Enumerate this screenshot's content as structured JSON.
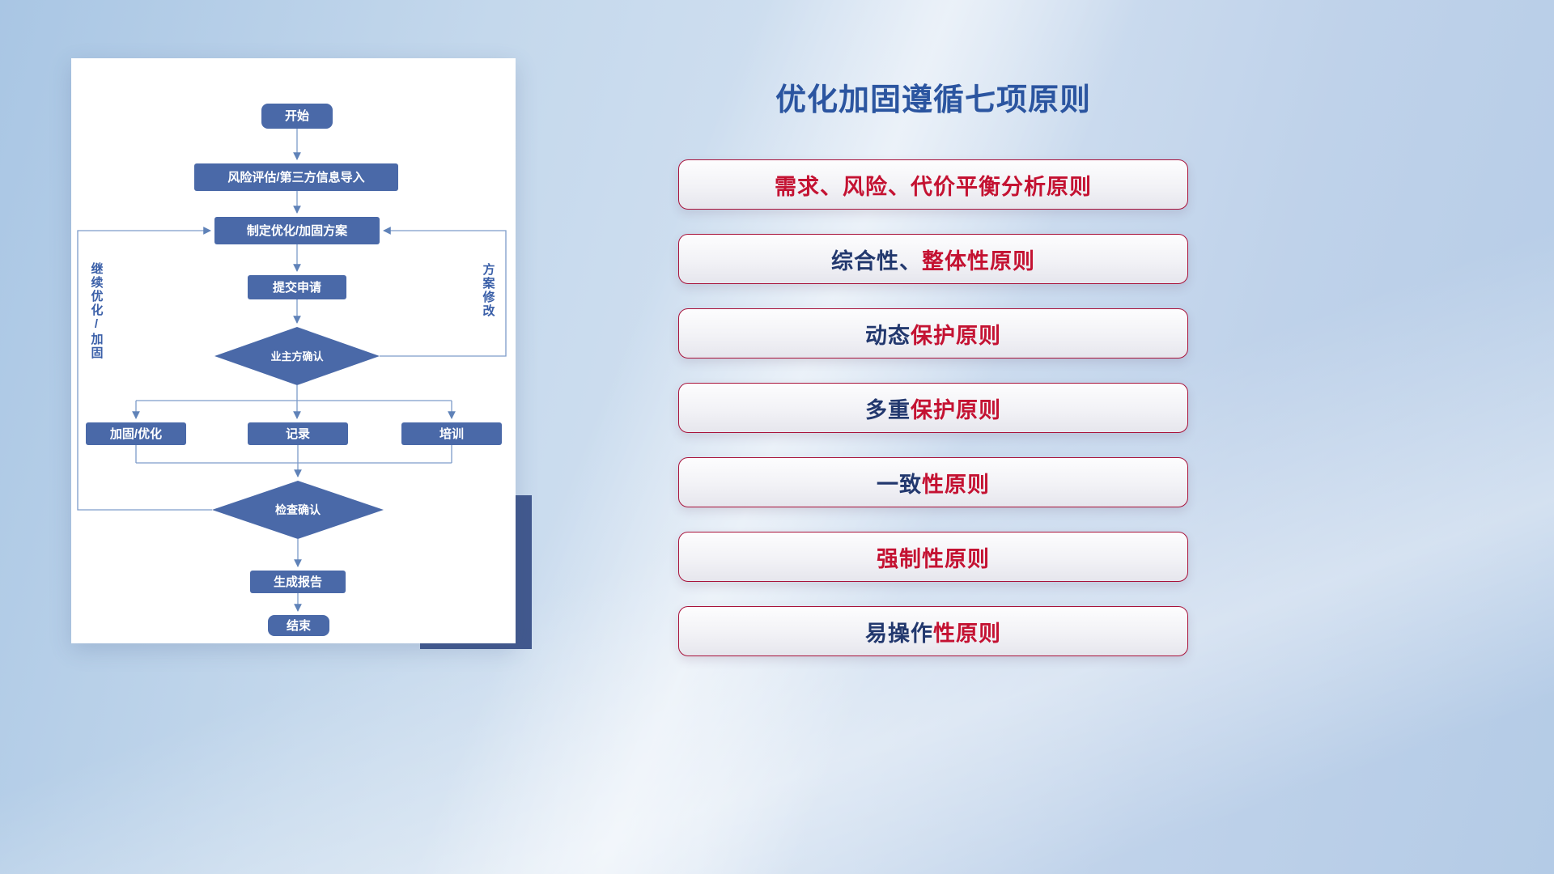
{
  "colors": {
    "red": "#c41232",
    "navy": "#22386e",
    "node_blue": "#4a69a8",
    "line_blue": "#7d9cc9",
    "title_blue": "#2b55a0"
  },
  "flowchart": {
    "nodes": {
      "start": "开始",
      "risk_import": "风险评估/第三方信息导入",
      "make_plan": "制定优化/加固方案",
      "submit": "提交申请",
      "owner_confirm": "业主方确认",
      "reinforce": "加固/优化",
      "record": "记录",
      "training": "培训",
      "check_confirm": "检查确认",
      "report": "生成报告",
      "end": "结束"
    },
    "side_labels": {
      "continue_optimize": "继续优化/加固",
      "plan_modify": "方案修改"
    }
  },
  "panel": {
    "title": "优化加固遵循七项原则",
    "principles": [
      {
        "segments": [
          {
            "text": "需求、风险、代价平衡分析原则",
            "color": "red"
          }
        ]
      },
      {
        "segments": [
          {
            "text": "综合性、",
            "color": "navy"
          },
          {
            "text": "整体性原则",
            "color": "red"
          }
        ]
      },
      {
        "segments": [
          {
            "text": "动态",
            "color": "navy"
          },
          {
            "text": "保护原则",
            "color": "red"
          }
        ]
      },
      {
        "segments": [
          {
            "text": "多重",
            "color": "navy"
          },
          {
            "text": "保护原则",
            "color": "red"
          }
        ]
      },
      {
        "segments": [
          {
            "text": "一致",
            "color": "navy"
          },
          {
            "text": "性原则",
            "color": "red"
          }
        ]
      },
      {
        "segments": [
          {
            "text": "强制性原则",
            "color": "red"
          }
        ]
      },
      {
        "segments": [
          {
            "text": "易操作",
            "color": "navy"
          },
          {
            "text": "性原则",
            "color": "red"
          }
        ]
      }
    ]
  }
}
